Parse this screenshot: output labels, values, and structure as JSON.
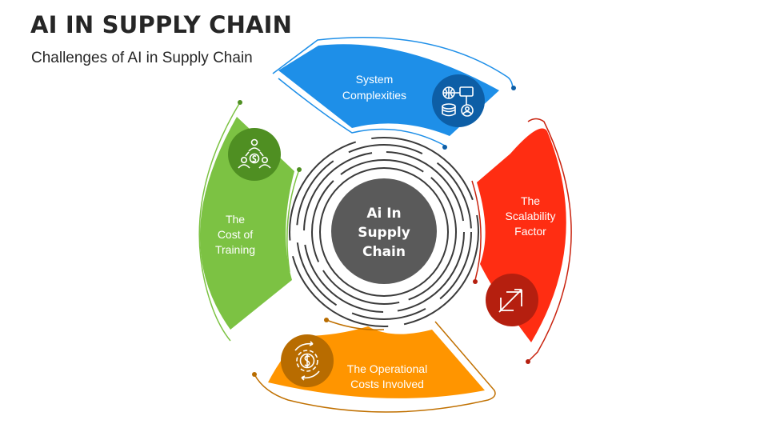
{
  "header": {
    "title": "AI IN SUPPLY CHAIN",
    "subtitle": "Challenges of AI in Supply Chain"
  },
  "center": {
    "lines": [
      "Ai In",
      "Supply",
      "Chain"
    ],
    "color": "#5a5a5a"
  },
  "segments": [
    {
      "id": "top",
      "lines": [
        "System",
        "Complexities"
      ],
      "color": "#1e8fe8",
      "icon_color": "#0d5ea6",
      "icon": "network-database-icon"
    },
    {
      "id": "right",
      "lines": [
        "The",
        "Scalability",
        "Factor"
      ],
      "color": "#ff2d12",
      "icon_color": "#b51f0f",
      "icon": "resize-arrows-icon"
    },
    {
      "id": "bottom",
      "lines": [
        "The Operational",
        "Costs Involved"
      ],
      "color": "#ff9500",
      "icon_color": "#b86c00",
      "icon": "gear-dollar-icon"
    },
    {
      "id": "left",
      "lines": [
        "The",
        "Cost of",
        "Training"
      ],
      "color": "#7cc243",
      "icon_color": "#4f8f22",
      "icon": "people-dollar-icon"
    }
  ]
}
